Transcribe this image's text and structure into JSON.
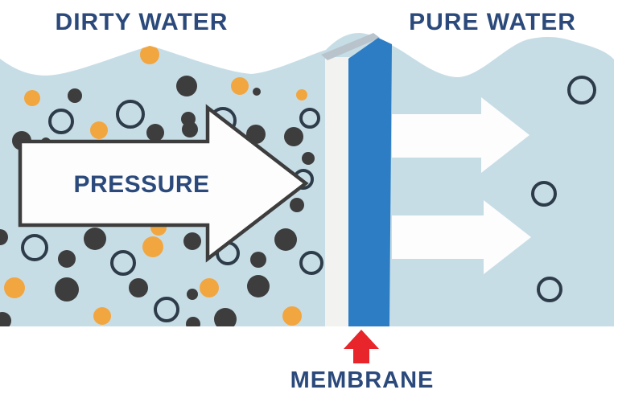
{
  "titles": {
    "left": "DIRTY WATER",
    "right": "PURE WATER"
  },
  "labels": {
    "pressure": "PRESSURE",
    "membrane": "MEMBRANE"
  },
  "colors": {
    "background": "#ffffff",
    "water": "#c7dde6",
    "particle_dark": "#3d3d3d",
    "particle_orange": "#f2a640",
    "ring_stroke": "#2e3c4a",
    "pressure_arrow_fill": "#fdfdfd",
    "pressure_arrow_outline": "#3d3d3d",
    "membrane_blue": "#2d7dc5",
    "membrane_cap_gray": "#b9c3cc",
    "membrane_strip_white": "#f2f3f1",
    "pure_arrow_fill": "#fdfdfd",
    "red_arrow": "#e8252a",
    "text_navy": "#2b4a7b"
  },
  "particles": {
    "dirty_dark": [
      [
        27,
        175,
        12
      ],
      [
        57,
        177,
        6
      ],
      [
        93,
        119,
        9
      ],
      [
        232,
        107,
        13
      ],
      [
        234,
        148,
        9
      ],
      [
        236,
        161,
        10
      ],
      [
        193,
        165,
        11
      ],
      [
        319,
        114,
        5
      ],
      [
        318,
        167,
        12
      ],
      [
        365,
        170,
        12
      ],
      [
        383,
        197,
        8
      ],
      [
        369,
        255,
        9
      ],
      [
        355,
        298,
        14
      ],
      [
        321,
        323,
        10
      ],
      [
        239,
        300,
        11
      ],
      [
        118,
        297,
        14
      ],
      [
        83,
        322,
        11
      ],
      [
        0,
        295,
        10
      ],
      [
        83,
        360,
        15
      ],
      [
        3,
        399,
        11
      ],
      [
        172,
        358,
        12
      ],
      [
        240,
        403,
        9
      ],
      [
        280,
        397,
        14
      ],
      [
        321,
        356,
        14
      ],
      [
        239,
        366,
        7
      ]
    ],
    "dirty_orange": [
      [
        40,
        122,
        10
      ],
      [
        123,
        162,
        11
      ],
      [
        186,
        68,
        12
      ],
      [
        298,
        107,
        11
      ],
      [
        375,
        118,
        7
      ],
      [
        18,
        358,
        13
      ],
      [
        127,
        393,
        11
      ],
      [
        190,
        307,
        13
      ],
      [
        197,
        283,
        10
      ],
      [
        260,
        358,
        12
      ],
      [
        363,
        393,
        12
      ]
    ],
    "dirty_rings": [
      [
        76,
        151,
        14
      ],
      [
        162,
        142,
        16
      ],
      [
        277,
        150,
        15
      ],
      [
        385,
        147,
        11
      ],
      [
        377,
        223,
        11
      ],
      [
        43,
        308,
        15
      ],
      [
        153,
        327,
        14
      ],
      [
        283,
        315,
        13
      ],
      [
        387,
        327,
        13
      ],
      [
        207,
        385,
        14
      ]
    ],
    "pure_rings": [
      [
        723,
        112,
        16
      ],
      [
        676,
        241,
        14
      ],
      [
        683,
        360,
        14
      ]
    ]
  }
}
